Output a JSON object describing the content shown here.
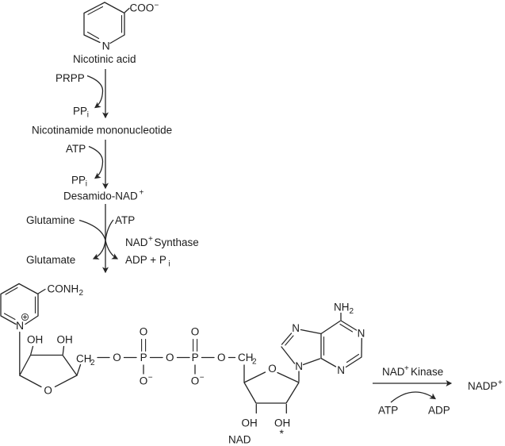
{
  "molecules": {
    "nicotinic_acid": {
      "name": "Nicotinic acid",
      "coo": "COO",
      "minus": "−",
      "n": "N"
    },
    "nmn": "Nicotinamide mononucleotide",
    "desamido": {
      "main": "Desamido-NAD",
      "plus": "+"
    },
    "nad": {
      "label": "NAD",
      "conh": "CONH",
      "sub2": "2",
      "n": "N",
      "o": "O",
      "p": "P",
      "oh": "OH",
      "ch": "CH",
      "nh": "NH",
      "minus": "−",
      "asterisk": "*"
    },
    "nadp": {
      "main": "NADP",
      "plus": "+"
    }
  },
  "reactions": {
    "r1": {
      "in": "PRPP",
      "out": "PP",
      "out_sub": "i"
    },
    "r2": {
      "in": "ATP",
      "out": "PP",
      "out_sub": "i"
    },
    "r3": {
      "in_left": "Glutamine",
      "in_right": "ATP",
      "enzyme_nad": "NAD",
      "enzyme_plus": "+",
      "enzyme_rest": "Synthase",
      "out_left": "Glutamate",
      "out_right": "ADP + P",
      "out_sub": "i"
    },
    "r4": {
      "enzyme_nad": "NAD",
      "enzyme_plus": "+",
      "enzyme_rest": "Kinase",
      "in": "ATP",
      "out": "ADP",
      "product_main": "NADP",
      "product_plus": "+"
    }
  }
}
